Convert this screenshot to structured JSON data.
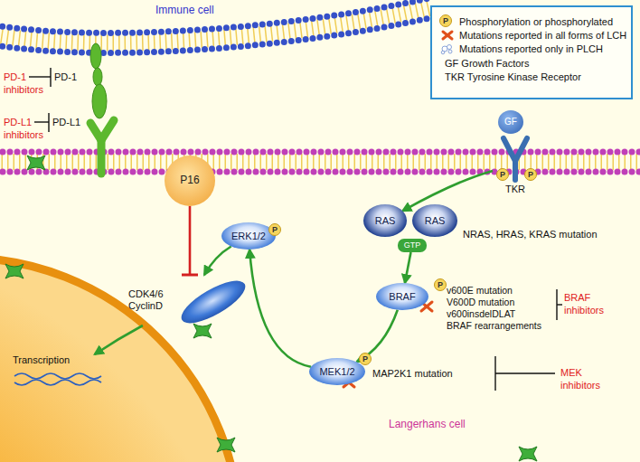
{
  "diagram": {
    "nodes": [
      {
        "text": [
          "GF"
        ]
      },
      {
        "text": [
          "TKR"
        ]
      },
      {
        "text": [
          "RAS"
        ]
      },
      {
        "text": [
          "RAS"
        ]
      },
      {
        "text": [
          "GTP"
        ]
      },
      {
        "text": [
          "BRAF"
        ]
      },
      {
        "text": [
          "MEK1/2"
        ]
      },
      {
        "text": [
          "ERK1/2"
        ]
      },
      {
        "text": [
          "P16"
        ]
      },
      {
        "text": [
          "CDK4/6 CyclinD"
        ]
      },
      {
        "text": [
          "Transcription"
        ]
      }
    ],
    "edges": [
      {
        "from": 1,
        "to": 2,
        "arrow": "to"
      },
      {
        "from": 4,
        "to": 5,
        "arrow": "to"
      },
      {
        "from": 5,
        "to": 6,
        "arrow": "to"
      },
      {
        "from": 6,
        "to": 7,
        "arrow": "to"
      },
      {
        "from": 7,
        "to": 9,
        "arrow": "to"
      },
      {
        "from": 8,
        "to": 9,
        "arrow": "to"
      },
      {
        "from": 9,
        "to": 10,
        "arrow": "to"
      }
    ],
    "labels": [
      "Immune cell",
      "PD-1 inhibitors",
      "PD-1",
      "PD-L1 inhibitors",
      "PD-L1",
      "P",
      "P",
      "P",
      "P",
      "P",
      "P",
      "NRAS, HRAS, KRAS mutation",
      "v600E mutation",
      "V600D mutation",
      "v600insdelDLAT",
      "BRAF rearrangements",
      "BRAF inhibitors",
      "MAP2K1 mutation",
      "MEK inhibitors",
      "Langerhans cell"
    ],
    "legend": [
      {
        "text": "Phosphorylation or phosphorylated"
      },
      {
        "text": "Mutations reported in all forms of LCH"
      },
      {
        "text": "Mutations reported only in PLCH"
      },
      {
        "text": "GF Growth Factors"
      },
      {
        "text": "TKR Tyrosine Kinase Receptor"
      }
    ]
  }
}
